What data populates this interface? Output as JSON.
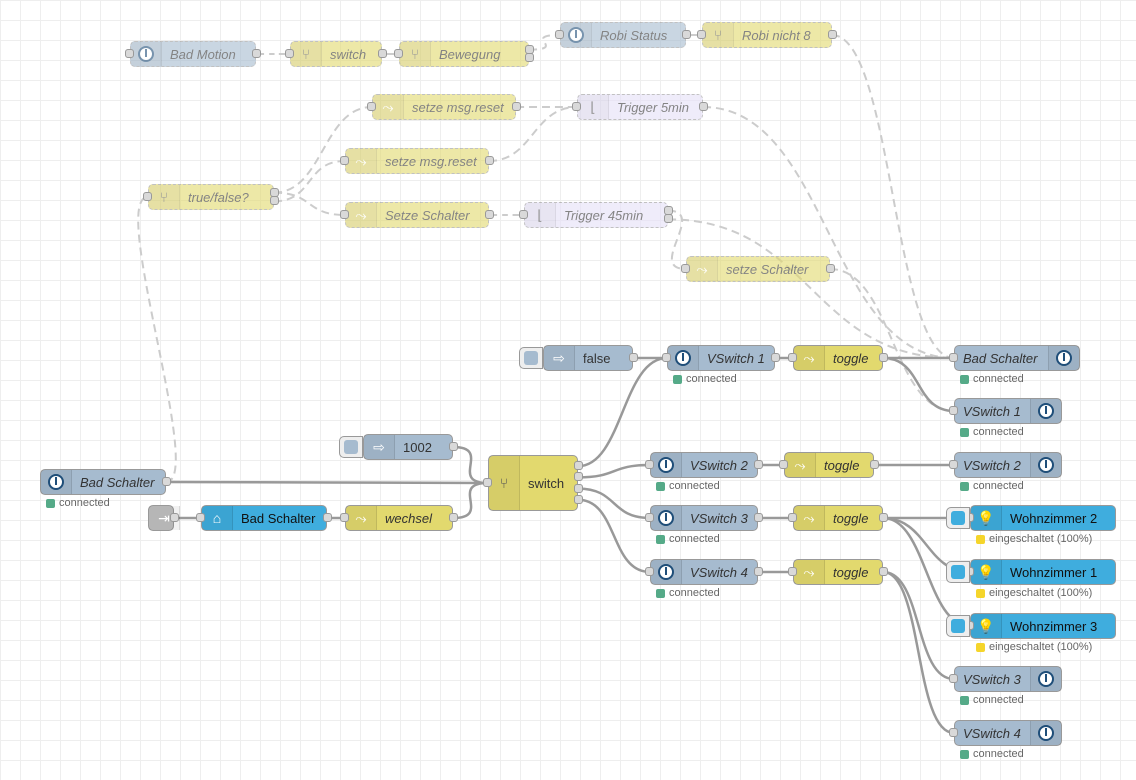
{
  "nodes": [
    {
      "label": "Bad Motion",
      "style": "blue",
      "disabled": true,
      "icon": "power-icon",
      "iconSide": "left",
      "italic": true
    },
    {
      "label": "switch",
      "style": "yellow",
      "disabled": true,
      "icon": "switch-icon",
      "iconSide": "left",
      "italic": false
    },
    {
      "label": "Bewegung",
      "style": "yellow",
      "disabled": true,
      "icon": "switch-icon",
      "iconSide": "left",
      "italic": true
    },
    {
      "label": "Robi Status",
      "style": "blue",
      "disabled": true,
      "icon": "power-icon",
      "iconSide": "left",
      "italic": true
    },
    {
      "label": "Robi nicht 8",
      "style": "yellow",
      "disabled": true,
      "icon": "switch-icon",
      "iconSide": "left",
      "italic": true
    },
    {
      "label": "setze msg.reset",
      "style": "yellow",
      "disabled": true,
      "icon": "change-icon",
      "iconSide": "left",
      "italic": false
    },
    {
      "label": "Trigger 5min",
      "style": "lav",
      "disabled": true,
      "icon": "trigger-icon",
      "iconSide": "left",
      "italic": false
    },
    {
      "label": "setze msg.reset",
      "style": "yellow",
      "disabled": true,
      "icon": "change-icon",
      "iconSide": "left",
      "italic": false
    },
    {
      "label": "true/false?",
      "style": "yellow",
      "disabled": true,
      "icon": "switch-icon",
      "iconSide": "left",
      "italic": true
    },
    {
      "label": "Setze Schalter",
      "style": "yellow",
      "disabled": true,
      "icon": "change-icon",
      "iconSide": "left",
      "italic": true
    },
    {
      "label": "Trigger 45min",
      "style": "lav",
      "disabled": true,
      "icon": "trigger-icon",
      "iconSide": "left",
      "italic": false
    },
    {
      "label": "setze Schalter",
      "style": "yellow",
      "disabled": true,
      "icon": "change-icon",
      "iconSide": "left",
      "italic": true
    },
    {
      "label": "false",
      "style": "blue",
      "disabled": false,
      "icon": "inject-icon",
      "iconSide": "left",
      "italic": false
    },
    {
      "label": "VSwitch 1",
      "style": "blue",
      "disabled": false,
      "icon": "power-icon",
      "iconSide": "left",
      "italic": true,
      "status": "connected",
      "statusColor": "green"
    },
    {
      "label": "toggle",
      "style": "yellow",
      "disabled": false,
      "icon": "change-icon",
      "iconSide": "left",
      "italic": true
    },
    {
      "label": "Bad Schalter",
      "style": "blue",
      "disabled": false,
      "icon": "power-icon",
      "iconSide": "right",
      "italic": true,
      "status": "connected",
      "statusColor": "green"
    },
    {
      "label": "VSwitch 1",
      "style": "blue",
      "disabled": false,
      "icon": "power-icon",
      "iconSide": "right",
      "italic": true,
      "status": "connected",
      "statusColor": "green"
    },
    {
      "label": "1002",
      "style": "blue",
      "disabled": false,
      "icon": "inject-icon",
      "iconSide": "left",
      "italic": false
    },
    {
      "label": "switch",
      "style": "yellow",
      "disabled": false,
      "icon": "switch-icon",
      "iconSide": "left",
      "italic": false
    },
    {
      "label": "Bad Schalter",
      "style": "blue",
      "disabled": false,
      "icon": "power-icon",
      "iconSide": "left",
      "italic": true,
      "status": "connected",
      "statusColor": "green"
    },
    {
      "label": "VSwitch 2",
      "style": "blue",
      "disabled": false,
      "icon": "power-icon",
      "iconSide": "left",
      "italic": true,
      "status": "connected",
      "statusColor": "green"
    },
    {
      "label": "toggle",
      "style": "yellow",
      "disabled": false,
      "icon": "change-icon",
      "iconSide": "left",
      "italic": true
    },
    {
      "label": "VSwitch 2",
      "style": "blue",
      "disabled": false,
      "icon": "power-icon",
      "iconSide": "right",
      "italic": true,
      "status": "connected",
      "statusColor": "green"
    },
    {
      "label": "",
      "style": "grey",
      "disabled": false,
      "icon": "link-in-icon",
      "iconSide": "left",
      "italic": false
    },
    {
      "label": "Bad Schalter",
      "style": "cyan",
      "disabled": false,
      "icon": "home-wifi-icon",
      "iconSide": "left",
      "italic": false
    },
    {
      "label": "wechsel",
      "style": "yellow",
      "disabled": false,
      "icon": "change-icon",
      "iconSide": "left",
      "italic": true
    },
    {
      "label": "VSwitch 3",
      "style": "blue",
      "disabled": false,
      "icon": "power-icon",
      "iconSide": "left",
      "italic": true,
      "status": "connected",
      "statusColor": "green"
    },
    {
      "label": "toggle",
      "style": "yellow",
      "disabled": false,
      "icon": "change-icon",
      "iconSide": "left",
      "italic": true
    },
    {
      "label": "Wohnzimmer 2",
      "style": "cyan",
      "disabled": false,
      "icon": "bulb-icon",
      "iconSide": "left",
      "italic": false,
      "status": "eingeschaltet (100%)",
      "statusColor": "yellow"
    },
    {
      "label": "VSwitch 4",
      "style": "blue",
      "disabled": false,
      "icon": "power-icon",
      "iconSide": "left",
      "italic": true,
      "status": "connected",
      "statusColor": "green"
    },
    {
      "label": "toggle",
      "style": "yellow",
      "disabled": false,
      "icon": "change-icon",
      "iconSide": "left",
      "italic": true
    },
    {
      "label": "Wohnzimmer 1",
      "style": "cyan",
      "disabled": false,
      "icon": "bulb-icon",
      "iconSide": "left",
      "italic": false,
      "status": "eingeschaltet (100%)",
      "statusColor": "yellow"
    },
    {
      "label": "Wohnzimmer 3",
      "style": "cyan",
      "disabled": false,
      "icon": "bulb-icon",
      "iconSide": "left",
      "italic": false,
      "status": "eingeschaltet (100%)",
      "statusColor": "yellow"
    },
    {
      "label": "VSwitch 3",
      "style": "blue",
      "disabled": false,
      "icon": "power-icon",
      "iconSide": "right",
      "italic": true,
      "status": "connected",
      "statusColor": "green"
    },
    {
      "label": "VSwitch 4",
      "style": "blue",
      "disabled": false,
      "icon": "power-icon",
      "iconSide": "right",
      "italic": true,
      "status": "connected",
      "statusColor": "green"
    }
  ],
  "colors": {
    "blue": "#a6bbcf",
    "yellow": "#e2d96e",
    "lavender": "#e6e0f8",
    "cyan": "#3fadde",
    "grey": "#c0c0c0",
    "wire": "#999999",
    "wire_disabled": "#cccccc",
    "status_green": "#55aa88",
    "status_yellow": "#f5d52b"
  }
}
